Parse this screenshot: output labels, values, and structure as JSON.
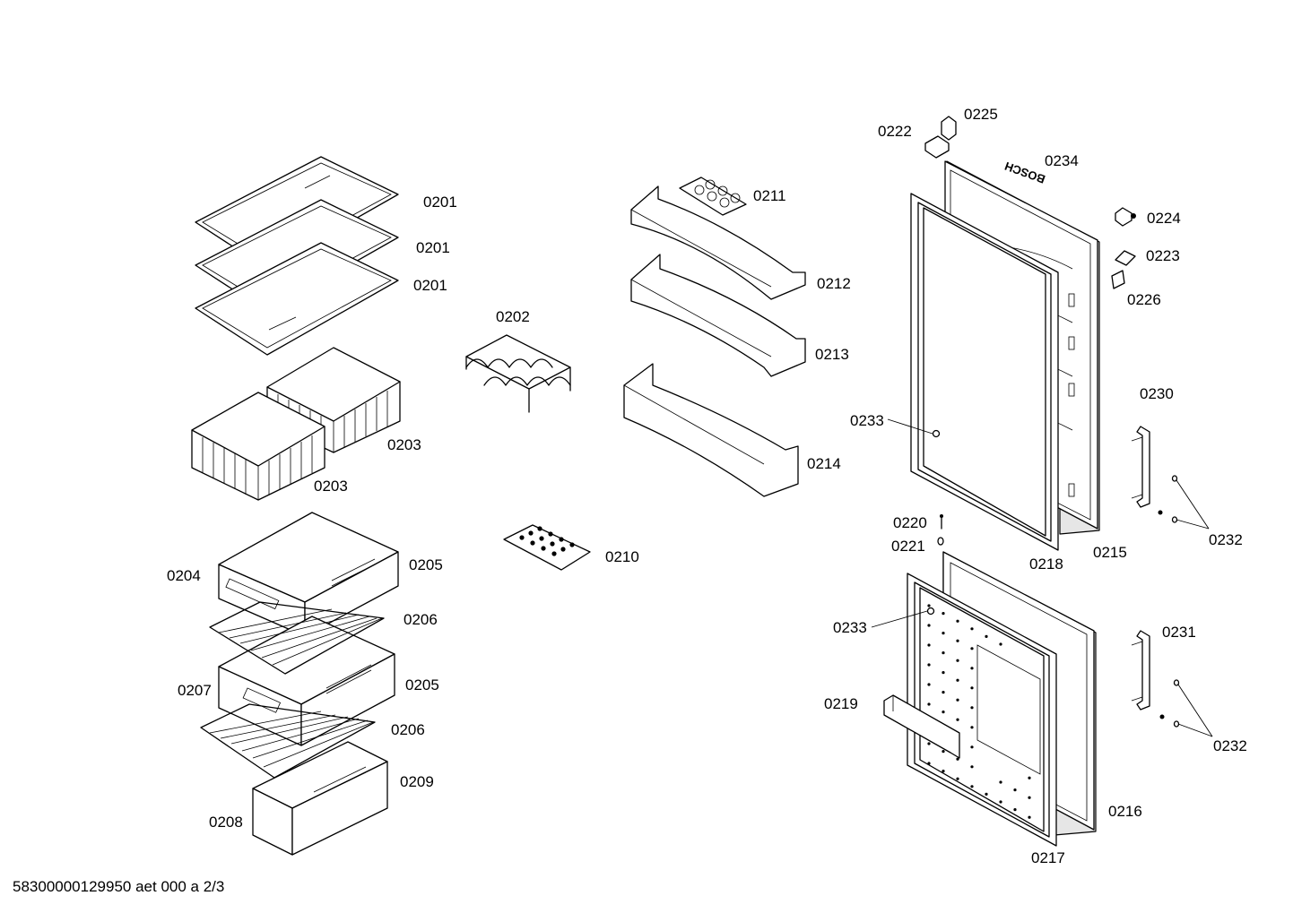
{
  "diagram": {
    "labels": {
      "l0201a": "0201",
      "l0201b": "0201",
      "l0201c": "0201",
      "l0202": "0202",
      "l0203a": "0203",
      "l0203b": "0203",
      "l0204": "0204",
      "l0205a": "0205",
      "l0205b": "0205",
      "l0206a": "0206",
      "l0206b": "0206",
      "l0207": "0207",
      "l0208": "0208",
      "l0209": "0209",
      "l0210": "0210",
      "l0211": "0211",
      "l0212": "0212",
      "l0213": "0213",
      "l0214": "0214",
      "l0215": "0215",
      "l0216": "0216",
      "l0217": "0217",
      "l0218": "0218",
      "l0219": "0219",
      "l0220": "0220",
      "l0221": "0221",
      "l0222": "0222",
      "l0223": "0223",
      "l0224": "0224",
      "l0225": "0225",
      "l0226": "0226",
      "l0230": "0230",
      "l0231": "0231",
      "l0232a": "0232",
      "l0232b": "0232",
      "l0233a": "0233",
      "l0233b": "0233",
      "l0234": "0234"
    },
    "brand_logo": "BOSCH",
    "document_id": "58300000129950 aet 000 a 2/3"
  }
}
